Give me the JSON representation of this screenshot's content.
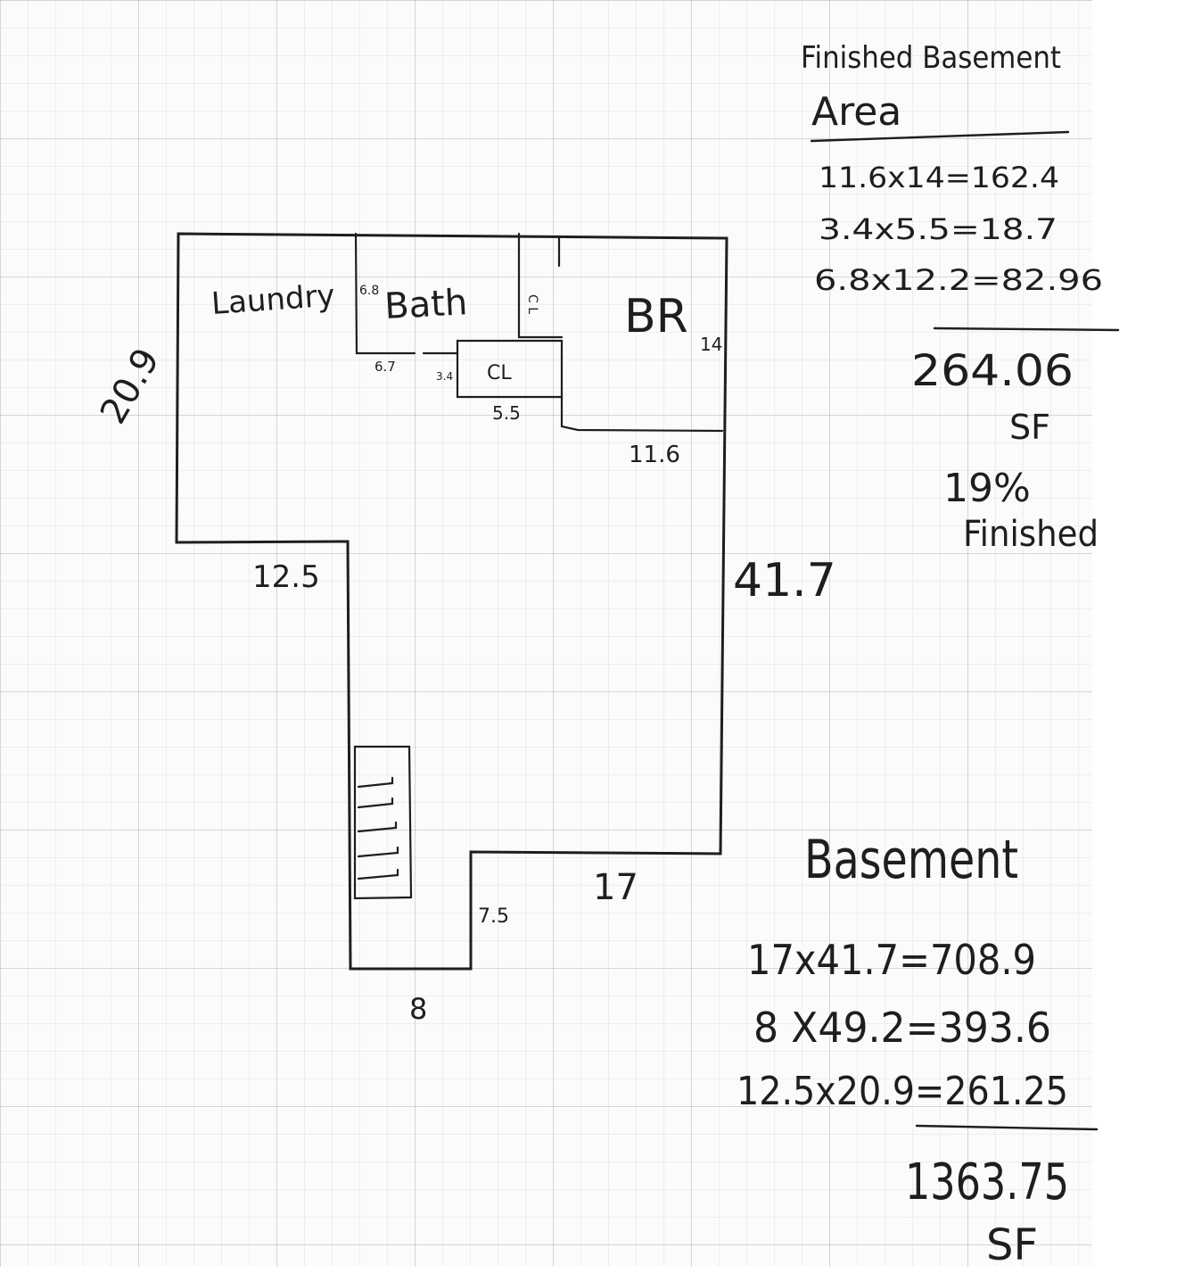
{
  "finished": {
    "title_line1": "Finished Basement",
    "title_line2": "Area",
    "calc_rows": [
      "11.6x14=162.4",
      "3.4x5.5=18.7",
      "6.8x12.2=82.96"
    ],
    "total": "264.06",
    "unit": "SF",
    "percent": "19%",
    "percent_label": "Finished"
  },
  "basement": {
    "title": "Basement",
    "calc_rows": [
      "17x41.7=708.9",
      "8 X49.2=393.6",
      "12.5x20.9=261.25"
    ],
    "total": "1363.75",
    "unit": "SF"
  },
  "plan": {
    "rooms": {
      "laundry": "Laundry",
      "bath": "Bath",
      "bedroom": "BR",
      "closet": "CL",
      "closet_small": "C L"
    },
    "dimensions": {
      "left_height": "20.9",
      "left_step": "12.5",
      "right_height": "41.7",
      "bottom_step": "17",
      "inner_step": "7.5",
      "bottom_width": "8",
      "bath_height": "6.8",
      "bath_width": "6.7",
      "closet_height": "3.4",
      "closet_width": "5.5",
      "bedroom_height": "14",
      "bedroom_width": "11.6"
    }
  }
}
